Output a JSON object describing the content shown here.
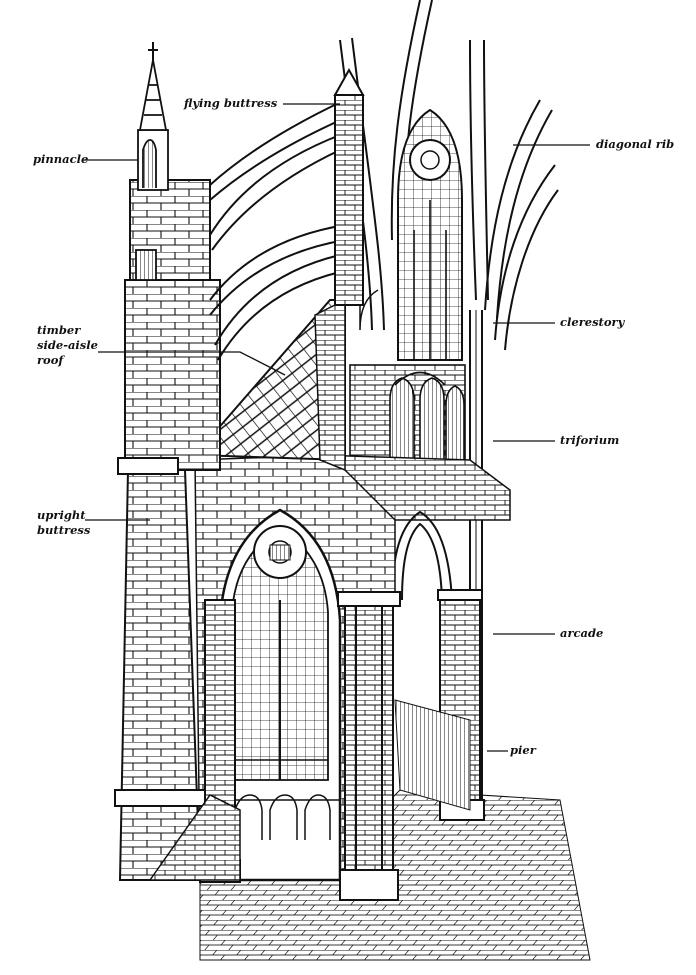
{
  "labels": {
    "flying_buttress": "flying buttress",
    "pinnacle": "pinnacle",
    "diagonal_rib": "diagonal rib",
    "clerestory": "clerestory",
    "timber_roof": [
      "timber",
      "side-aisle",
      "roof"
    ],
    "triforium": "triforium",
    "upright_buttress": [
      "upright",
      "buttress"
    ],
    "arcade": "arcade",
    "pier": "pier"
  },
  "colors": {
    "ink": "#111111",
    "paper": "#ffffff"
  }
}
